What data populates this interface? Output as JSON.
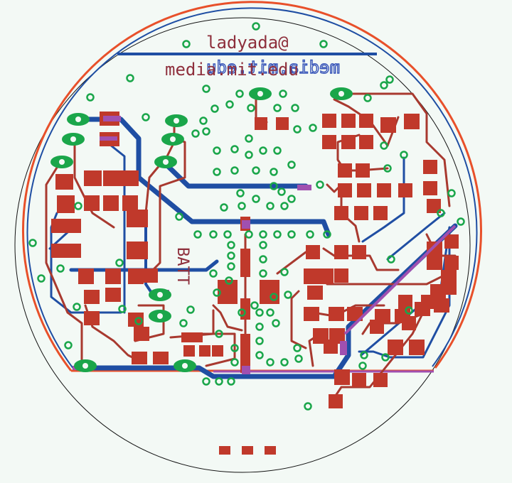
{
  "board": {
    "label_line1": "ladyada@",
    "label_line2": "media.mit.edu",
    "battery_label": "BATT",
    "mirrored_bottom_label": "media.mit.edu"
  },
  "colors": {
    "background": "#f3f9f5",
    "outline": "#e8502a",
    "pad": "#c0392b",
    "top_trace": "#a8392f",
    "bottom_trace": "#1f4ea3",
    "via": "#1aa64a",
    "via_overlap": "#a050b0",
    "silkscreen": "#8e2f3c"
  }
}
